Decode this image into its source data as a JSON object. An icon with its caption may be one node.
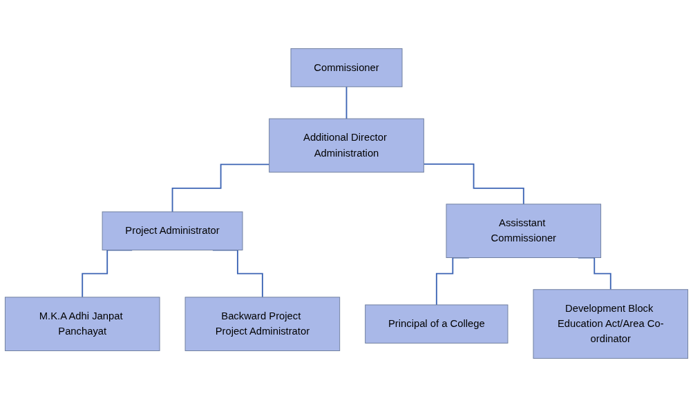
{
  "diagram": {
    "nodes": [
      {
        "text": [
          "Commissioner"
        ]
      },
      {
        "text": [
          "Additional Director Administration"
        ]
      },
      {
        "text": [
          "Project Administrator"
        ]
      },
      {
        "text": [
          "Assisstant Commissioner"
        ]
      },
      {
        "text": [
          "M.K.A Adhi Janpat Panchayat"
        ]
      },
      {
        "text": [
          "Backward Project Project Administrator"
        ]
      },
      {
        "text": [
          "Principal of a College"
        ]
      },
      {
        "text": [
          "Development Block Education Act/Area Co-ordinator"
        ]
      }
    ],
    "edges": [
      {
        "from": 0,
        "to": 1,
        "arrow": "none"
      },
      {
        "from": 1,
        "to": 2,
        "arrow": "none"
      },
      {
        "from": 1,
        "to": 3,
        "arrow": "none"
      },
      {
        "from": 2,
        "to": 4,
        "arrow": "none"
      },
      {
        "from": 2,
        "to": 5,
        "arrow": "none"
      },
      {
        "from": 3,
        "to": 6,
        "arrow": "none"
      },
      {
        "from": 3,
        "to": 7,
        "arrow": "none"
      }
    ]
  }
}
